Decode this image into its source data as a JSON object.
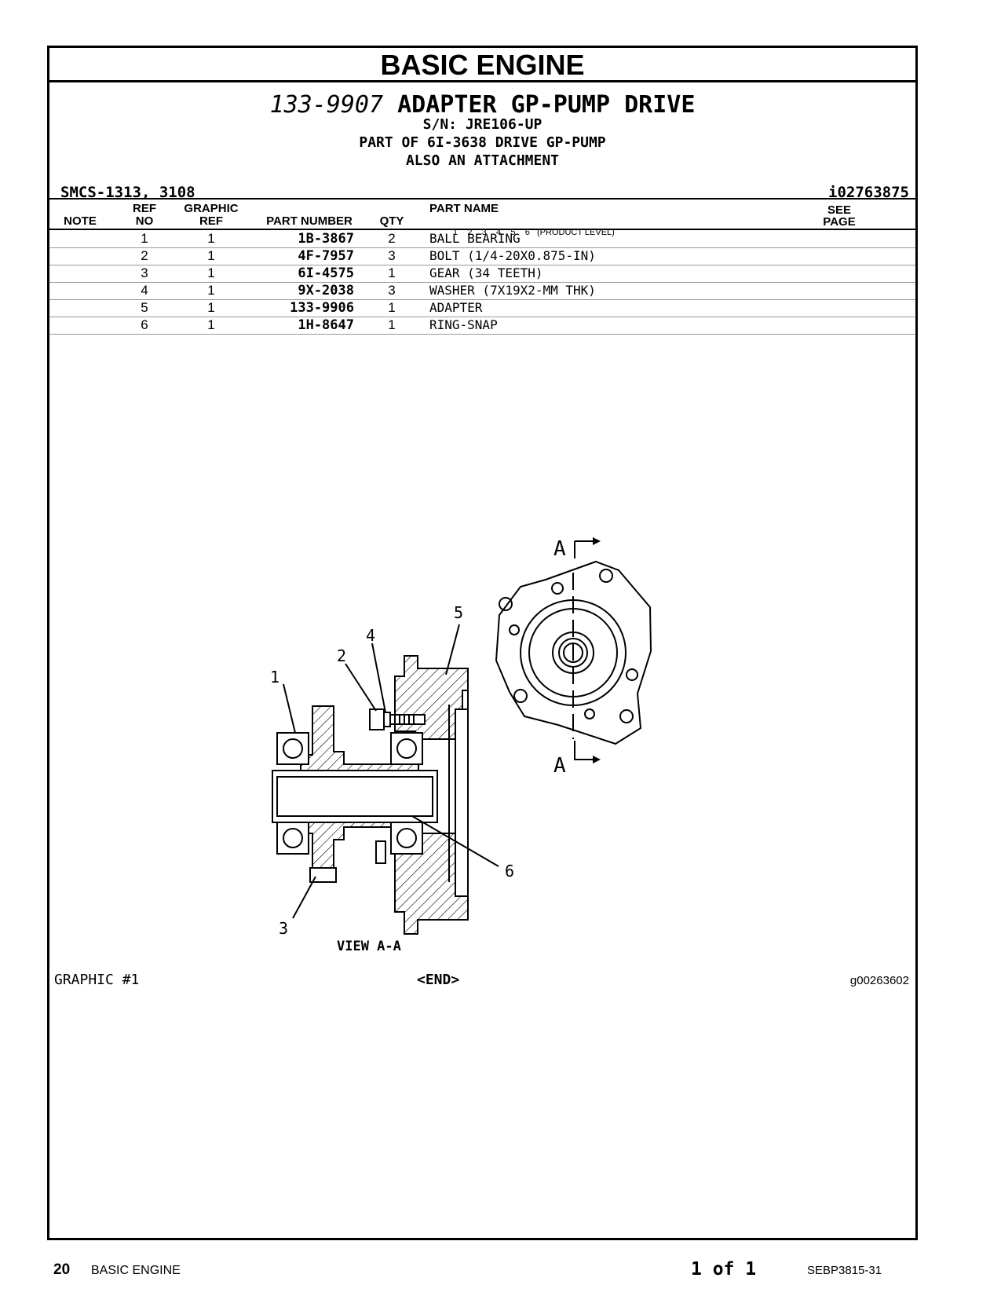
{
  "section_title": "BASIC ENGINE",
  "group": {
    "part_number": "133-9907",
    "name": "ADAPTER GP-PUMP DRIVE",
    "serial": "S/N: JRE106-UP",
    "part_of": "PART OF 6I-3638 DRIVE GP-PUMP",
    "attachment": "ALSO AN ATTACHMENT"
  },
  "smcs": "SMCS-1313, 3108",
  "illustration_id": "i02763875",
  "table": {
    "headers": {
      "note": "NOTE",
      "ref_top": "REF",
      "ref_bottom": "NO",
      "graphic_top": "GRAPHIC",
      "graphic_bottom": "REF",
      "part_number": "PART NUMBER",
      "qty": "QTY",
      "part_name": "PART NAME",
      "product_levels": "1    2    3    4    5    6   (PRODUCT LEVEL)",
      "see_top": "SEE",
      "see_bottom": "PAGE"
    },
    "rows": [
      {
        "note": "",
        "ref": "1",
        "graphic": "1",
        "part_number": "1B-3867",
        "qty": "2",
        "name": "BALL BEARING",
        "see": ""
      },
      {
        "note": "",
        "ref": "2",
        "graphic": "1",
        "part_number": "4F-7957",
        "qty": "3",
        "name": "BOLT (1/4-20X0.875-IN)",
        "see": ""
      },
      {
        "note": "",
        "ref": "3",
        "graphic": "1",
        "part_number": "6I-4575",
        "qty": "1",
        "name": "GEAR (34 TEETH)",
        "see": ""
      },
      {
        "note": "",
        "ref": "4",
        "graphic": "1",
        "part_number": "9X-2038",
        "qty": "3",
        "name": "WASHER (7X19X2-MM THK)",
        "see": ""
      },
      {
        "note": "",
        "ref": "5",
        "graphic": "1",
        "part_number": "133-9906",
        "qty": "1",
        "name": "ADAPTER",
        "see": ""
      },
      {
        "note": "",
        "ref": "6",
        "graphic": "1",
        "part_number": "1H-8647",
        "qty": "1",
        "name": "RING-SNAP",
        "see": ""
      }
    ]
  },
  "drawing": {
    "callouts": [
      "1",
      "2",
      "3",
      "4",
      "5",
      "6"
    ],
    "section_marker": "A",
    "view_label": "VIEW A-A"
  },
  "graphic_label": "GRAPHIC #1",
  "end_label": "<END>",
  "graphic_id": "g00263602",
  "footer": {
    "page_number": "20",
    "section": "BASIC ENGINE",
    "page_of": "1 of 1",
    "document": "SEBP3815-31"
  }
}
